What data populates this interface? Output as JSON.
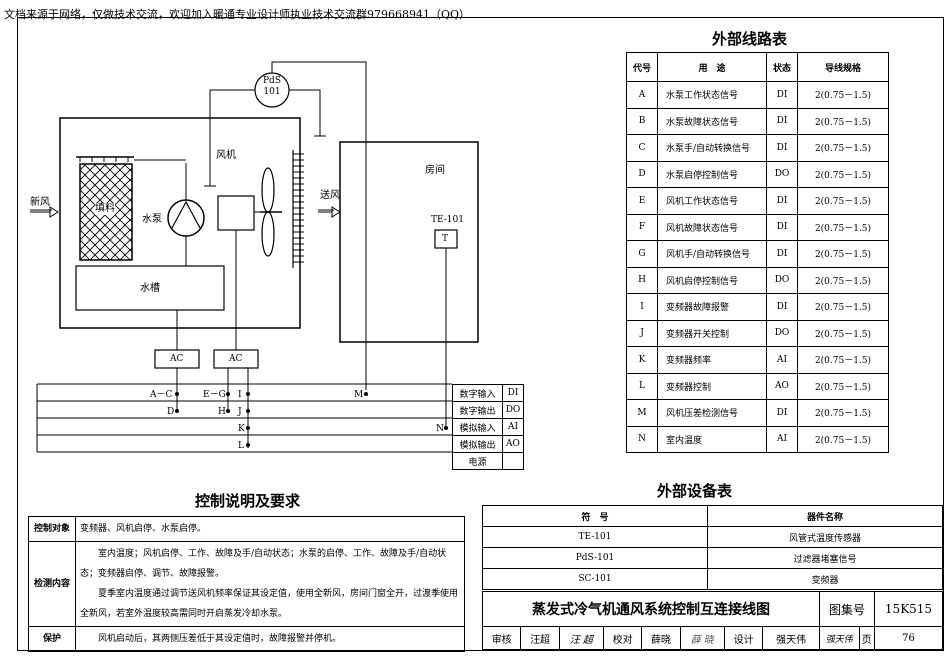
{
  "header_note": "文档来源于网络，仅做技术交流，欢迎加入暖通专业设计师执业技术交流群979668941（QQ）",
  "diagram": {
    "pds_label": "PdS",
    "pds_num": "101",
    "fan_label": "风机",
    "supply_air_label": "送风",
    "fresh_air_label": "新风",
    "pad_label": "填料",
    "pump_label": "水泵",
    "tank_label": "水槽",
    "room_label": "房间",
    "te_label": "TE-101",
    "t_box_label": "T",
    "ac1_label": "AC",
    "ac2_label": "AC",
    "terms": {
      "ac_left": "A－C",
      "d": "D",
      "eg": "E－G",
      "h": "H",
      "i": "I",
      "j": "J",
      "k": "K",
      "l": "L",
      "m": "M",
      "n": "N"
    },
    "signal_rows": [
      {
        "name": "数字输入",
        "code": "DI"
      },
      {
        "name": "数字输出",
        "code": "DO"
      },
      {
        "name": "模拟输入",
        "code": "AI"
      },
      {
        "name": "模拟输出",
        "code": "AO"
      },
      {
        "name": "电源",
        "code": ""
      }
    ]
  },
  "external_lines_table": {
    "title": "外部线路表",
    "headers": [
      "代号",
      "用　途",
      "状态",
      "导线规格"
    ],
    "rows": [
      [
        "A",
        "水泵工作状态信号",
        "DI",
        "2(0.75－1.5)"
      ],
      [
        "B",
        "水泵故障状态信号",
        "DI",
        "2(0.75－1.5)"
      ],
      [
        "C",
        "水泵手/自动转换信号",
        "DI",
        "2(0.75－1.5)"
      ],
      [
        "D",
        "水泵启停控制信号",
        "DO",
        "2(0.75－1.5)"
      ],
      [
        "E",
        "风机工作状态信号",
        "DI",
        "2(0.75－1.5)"
      ],
      [
        "F",
        "风机故障状态信号",
        "DI",
        "2(0.75－1.5)"
      ],
      [
        "G",
        "风机手/自动转换信号",
        "DI",
        "2(0.75－1.5)"
      ],
      [
        "H",
        "风机启停控制信号",
        "DO",
        "2(0.75－1.5)"
      ],
      [
        "I",
        "变频器故障报警",
        "DI",
        "2(0.75－1.5)"
      ],
      [
        "J",
        "变频器开关控制",
        "DO",
        "2(0.75－1.5)"
      ],
      [
        "K",
        "变频器频率",
        "AI",
        "2(0.75－1.5)"
      ],
      [
        "L",
        "变频器控制",
        "AO",
        "2(0.75－1.5)"
      ],
      [
        "M",
        "风机压差检测信号",
        "DI",
        "2(0.75－1.5)"
      ],
      [
        "N",
        "室内温度",
        "AI",
        "2(0.75－1.5)"
      ]
    ]
  },
  "external_devices_table": {
    "title": "外部设备表",
    "headers": [
      "符　号",
      "器件名称"
    ],
    "rows": [
      [
        "TE-101",
        "风管式温度传感器"
      ],
      [
        "PdS-101",
        "过滤器堵塞信号"
      ],
      [
        "SC-101",
        "变频器"
      ]
    ]
  },
  "control_notes": {
    "title": "控制说明及要求",
    "rows": [
      {
        "key": "控制对象",
        "text": "变频器、风机启停、水泵启停。"
      },
      {
        "key": "检测内容",
        "text": "　　室内温度；风机启停、工作、故障及手/自动状态；水泵的启停、工作、故障及手/自动状态；变频器启停、调节、故障报警。\n　　夏季室内温度通过调节送风机频率保证其设定值，使用全新风，房间门窗全开，过渡季使用全新风，若室外温度较高需同时开启蒸发冷却水泵。"
      },
      {
        "key": "保护",
        "text": "　　风机启动后，其两侧压差低于其设定值时，故障报警并停机。"
      }
    ]
  },
  "title_block": {
    "drawing_title": "蒸发式冷气机通风系统控制互连接线图",
    "atlas_label": "图集号",
    "atlas_no": "15K515",
    "review_label": "审核",
    "reviewer": "汪超",
    "reviewer_sign": "汪 超",
    "check_label": "校对",
    "checker": "薛晓",
    "checker_sign": "薛 晓",
    "design_label": "设计",
    "designer": "强天伟",
    "designer_sign": "强天伟",
    "page_label": "页",
    "page_no": "76"
  }
}
